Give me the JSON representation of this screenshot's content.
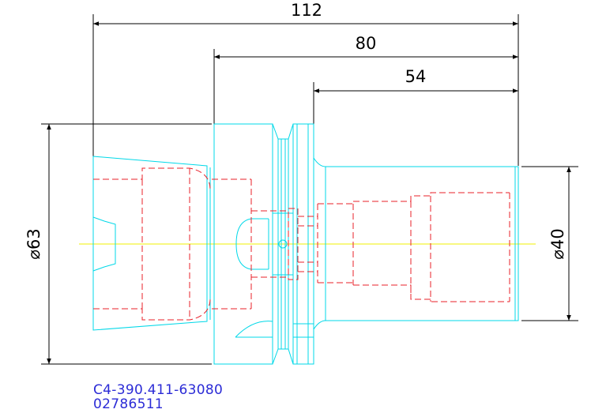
{
  "dimensions": {
    "overall_length": "112",
    "length_80": "80",
    "length_54": "54",
    "diameter_63": "⌀63",
    "diameter_40": "⌀40"
  },
  "part": {
    "number": "C4-390.411-63080",
    "code": "02786511"
  },
  "colors": {
    "outline": "#00d8e8",
    "hidden_lines": "#e8202a",
    "centerline": "#f0f000",
    "dimension": "#000000",
    "part_text": "#2b2bd6"
  }
}
